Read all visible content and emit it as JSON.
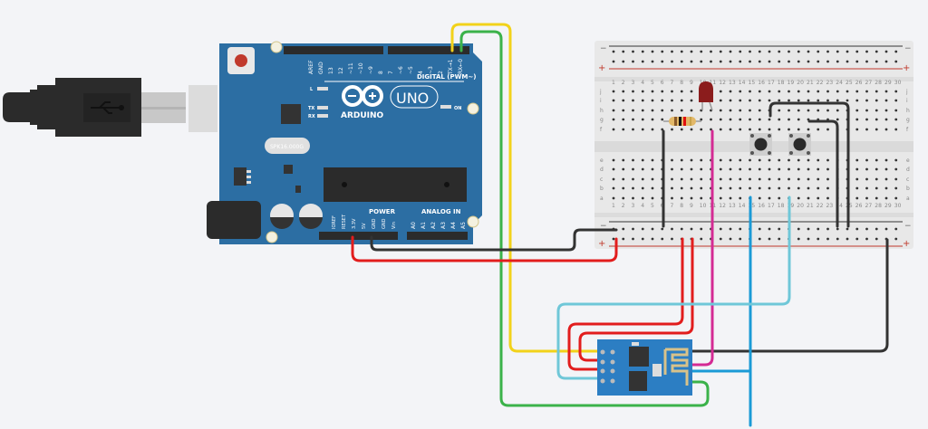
{
  "canvas": {
    "background": "#f3f4f7"
  },
  "arduino": {
    "brand": "ARDUINO",
    "model": "UNO",
    "digital_label": "DIGITAL (PWM~)",
    "power_label": "POWER",
    "analog_label": "ANALOG IN",
    "crystal_label": "SPK16.000G",
    "led_labels": {
      "l": "L",
      "tx": "TX",
      "rx": "RX",
      "on": "ON"
    },
    "digital_pins": [
      "AREF",
      "GND",
      "13",
      "12",
      "~11",
      "~10",
      "~9",
      "8",
      "7",
      "~6",
      "~5",
      "4",
      "~3",
      "2",
      "TX→1",
      "RX←0"
    ],
    "power_pins": [
      "IOREF",
      "RESET",
      "3.3V",
      "5V",
      "GND",
      "GND",
      "Vin"
    ],
    "analog_pins": [
      "A0",
      "A1",
      "A2",
      "A3",
      "A4",
      "A5"
    ],
    "board_color": "#2c6ea3"
  },
  "breadboard": {
    "columns": 30,
    "rows_top": [
      "j",
      "i",
      "h",
      "g",
      "f"
    ],
    "rows_bottom": [
      "e",
      "d",
      "c",
      "b",
      "a"
    ],
    "rail_minus": "−",
    "rail_plus": "+"
  },
  "components": {
    "led": {
      "color": "#8b1c1c"
    },
    "resistor": {
      "bands": [
        "#8a5a2a",
        "#111111",
        "#e01010",
        "#c8a24a"
      ]
    },
    "pushbuttons": 2,
    "esp_module": {
      "color": "#2c7ec3"
    }
  },
  "wires": {
    "yellow": "#f2d21a",
    "green": "#3bb24a",
    "red": "#e21d1d",
    "black": "#333333",
    "magenta": "#d42b94",
    "blue": "#1a9ad6",
    "light_blue": "#6fc7d8"
  }
}
